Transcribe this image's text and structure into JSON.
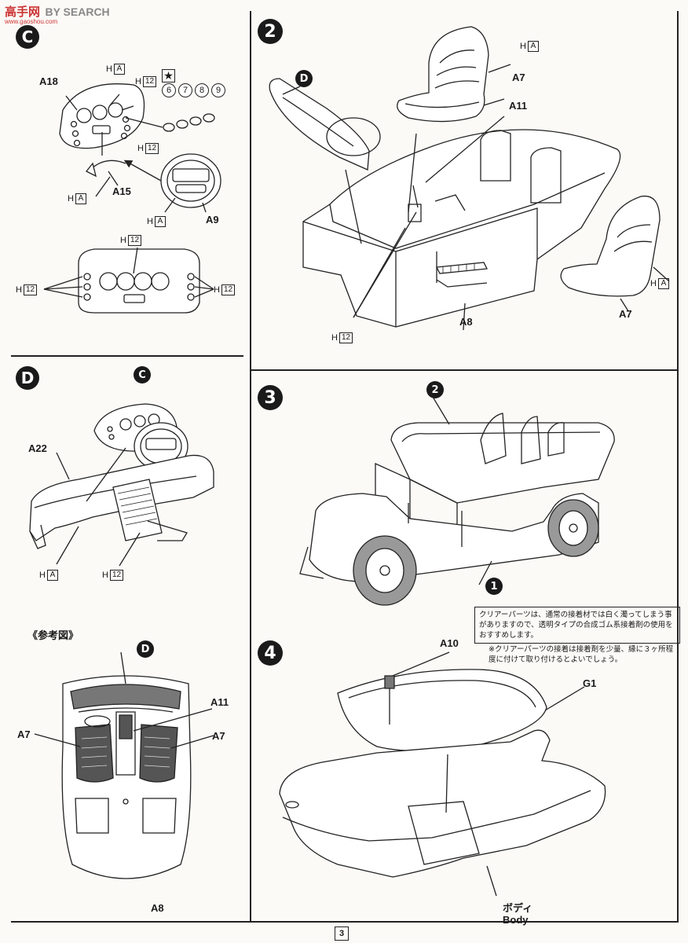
{
  "watermark": {
    "brand": "高手网",
    "site": "www.gaoshou.com",
    "text": "BY SEARCH"
  },
  "sections": {
    "c": {
      "badge": "C"
    },
    "d": {
      "badge": "D"
    },
    "s2": {
      "badge": "2"
    },
    "s3": {
      "badge": "3"
    },
    "s4": {
      "badge": "4"
    },
    "ref": {
      "title": "《参考図》"
    }
  },
  "labels": {
    "c_a18": "A18",
    "c_a15": "A15",
    "c_a9": "A9",
    "c_h": "H",
    "c_boxA": "A",
    "c_box12": "12",
    "c_n6": "6",
    "c_n7": "7",
    "c_n8": "8",
    "c_n9": "9",
    "c_star": "★",
    "d_c": "C",
    "d_a22": "A22",
    "s2_d": "D",
    "s2_a7": "A7",
    "s2_a11": "A11",
    "s2_a8": "A8",
    "s3_2": "2",
    "s3_1": "1",
    "ref_d": "D",
    "ref_a11": "A11",
    "ref_a7": "A7",
    "ref_a8": "A8",
    "s4_a10": "A10",
    "s4_g1": "G1",
    "s4_body_jp": "ボディ",
    "s4_body_en": "Body"
  },
  "notes": {
    "clear_parts": "クリアーパーツは、通常の接着材では白く濁ってしまう事がありますので、透明タイプの合成ゴム系接着剤の使用をおすすめします。",
    "clear_attach": "※クリアーパーツの接着は接着剤を少量、縁に３ヶ所程度に付けて取り付けるとよいでしょう。"
  },
  "page": {
    "number": "3"
  }
}
